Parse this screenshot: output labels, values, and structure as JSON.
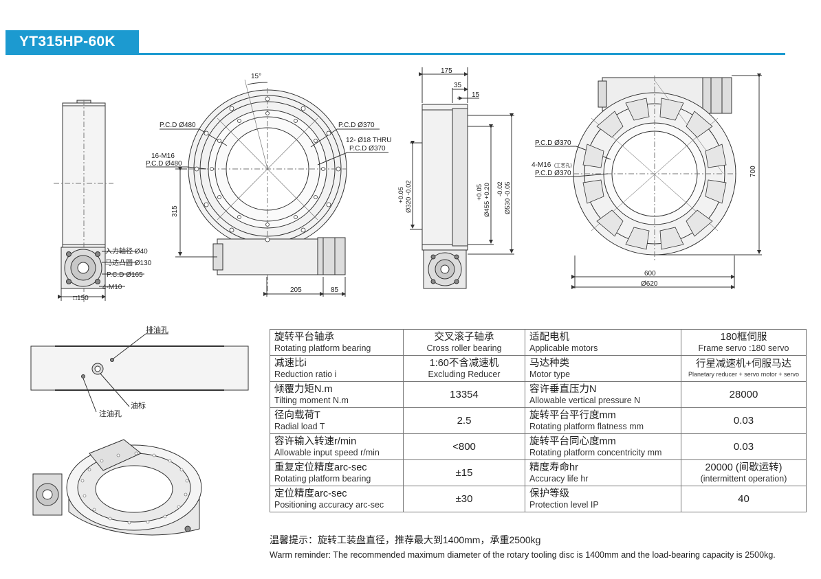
{
  "model": "YT315HP-60K",
  "drawing_labels": {
    "left": {
      "input_shaft": "入力轴径 Ø40",
      "motor_boss": "马达凸圆 Ø130",
      "pcd_165": "P.C.D Ø165",
      "m10": "4-M10",
      "square_150": "□150"
    },
    "front": {
      "angle_15": "15°",
      "pcd_480_a": "P.C.D Ø480",
      "m16_16": "16-M16",
      "pcd_480_b": "P.C.D Ø480",
      "pcd_370_a": "P.C.D Ø370",
      "holes_12": "12- Ø18 THRU",
      "pcd_370_b": "P.C.D Ø370",
      "dim_315": "315",
      "dim_205": "205",
      "dim_85": "85"
    },
    "side": {
      "dim_175": "175",
      "dim_35": "35",
      "dim_15": "15",
      "tol_320_up": "+0.05",
      "tol_320_low": "Ø320 -0.02",
      "tol_455_up": "+0.05",
      "tol_455_low": "Ø455 +0.20",
      "tol_530_up": "-0.02",
      "tol_530_low": "Ø530 -0.05"
    },
    "back": {
      "pcd_370_a": "P.C.D Ø370",
      "m16_4": "4-M16",
      "m16_4_note": "(工艺孔)",
      "pcd_370_b": "P.C.D Ø370",
      "dim_700": "700",
      "dim_600": "600",
      "dim_620": "Ø620"
    },
    "lower": {
      "drain_hole": "排油孔",
      "oil_gauge": "油标",
      "fill_hole": "注油孔"
    }
  },
  "specs": [
    {
      "zh": "旋转平台轴承",
      "en": "Rotating platform bearing",
      "val_zh": "交叉滚子轴承",
      "val_en": "Cross roller bearing",
      "zh2": "适配电机",
      "en2": "Applicable motors",
      "val2_zh": "180框伺服",
      "val2_en": "Frame servo :180 servo"
    },
    {
      "zh": "减速比i",
      "en": "Reduction ratio i",
      "val_zh": "1:60不含减速机",
      "val_en": "Excluding Reducer",
      "zh2": "马达种类",
      "en2": "Motor type",
      "val2_zh": "行星减速机+伺服马达",
      "val2_en": "Planetary reducer + servo motor + servo"
    },
    {
      "zh": "倾覆力矩N.m",
      "en": "Tilting moment N.m",
      "val": "13354",
      "zh2": "容许垂直压力N",
      "en2": "Allowable vertical pressure N",
      "val2": "28000"
    },
    {
      "zh": "径向载荷T",
      "en": "Radial load T",
      "val": "2.5",
      "zh2": "旋转平台平行度mm",
      "en2": "Rotating platform flatness mm",
      "val2": "0.03"
    },
    {
      "zh": "容许输入转速r/min",
      "en": "Allowable input speed r/min",
      "val": "<800",
      "zh2": "旋转平台同心度mm",
      "en2": "Rotating platform concentricity mm",
      "val2": "0.03"
    },
    {
      "zh": "重复定位精度arc-sec",
      "en": "Rotating platform bearing",
      "val": "±15",
      "zh2": "精度寿命hr",
      "en2": "Accuracy life hr",
      "val2_zh": "20000 (间歇运转)",
      "val2_en": "(intermittent operation)"
    },
    {
      "zh": "定位精度arc-sec",
      "en": "Positioning accuracy arc-sec",
      "val": "±30",
      "zh2": "保护等级",
      "en2": "Protection level IP",
      "val2": "40"
    }
  ],
  "reminder": {
    "zh": "温馨提示：旋转工装盘直径，推荐最大到1400mm，承重2500kg",
    "en": "Warm reminder: The recommended maximum diameter of the rotary tooling disc is 1400mm and the load-bearing capacity is 2500kg."
  },
  "colors": {
    "accent": "#1c9ad0",
    "line": "#333333"
  }
}
